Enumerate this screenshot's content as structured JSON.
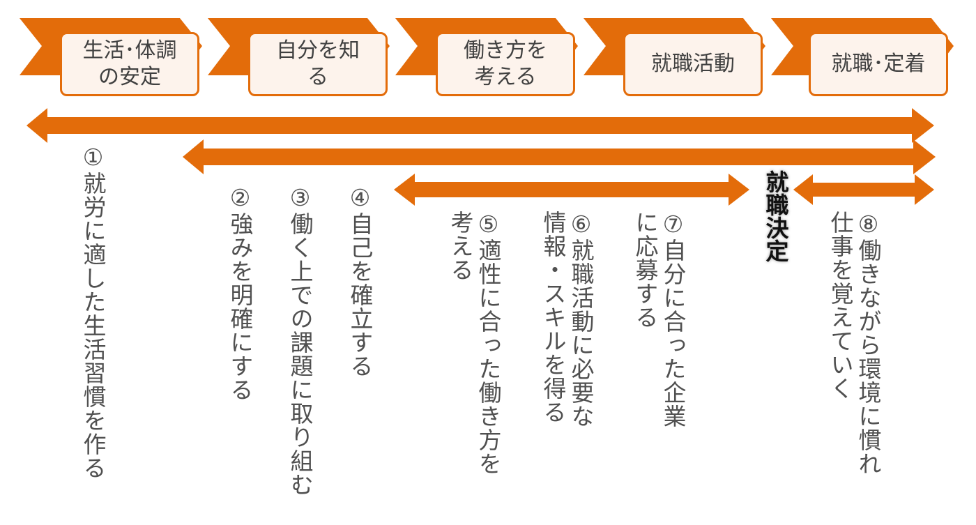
{
  "colors": {
    "accent": "#e36c0a",
    "box_fill": "#fdf3ec",
    "text": "#505050"
  },
  "steps": [
    {
      "label_lines": [
        "生活･体調",
        "の安定"
      ]
    },
    {
      "label_lines": [
        "自分を知",
        "る"
      ]
    },
    {
      "label_lines": [
        "働き方を",
        "考える"
      ]
    },
    {
      "label_lines": [
        "就職活動"
      ]
    },
    {
      "label_lines": [
        "就職･定着"
      ]
    }
  ],
  "items": [
    {
      "lines": [
        "①就労に適した生活習慣を作る"
      ]
    },
    {
      "lines": [
        "②強みを明確にする"
      ]
    },
    {
      "lines": [
        "③働く上での課題に取り組む"
      ]
    },
    {
      "lines": [
        "④自己を確立する"
      ]
    },
    {
      "lines": [
        "⑤適性に合った働き方を",
        "考える"
      ]
    },
    {
      "lines": [
        "⑥就職活動に必要な",
        "情報・スキルを得る"
      ]
    },
    {
      "lines": [
        "⑦自分に合った企業",
        "に応募する"
      ]
    },
    {
      "lines": [
        "⑧働きながら環境に慣れ",
        "仕事を覚えていく"
      ]
    }
  ],
  "decision_label": "就職決定"
}
